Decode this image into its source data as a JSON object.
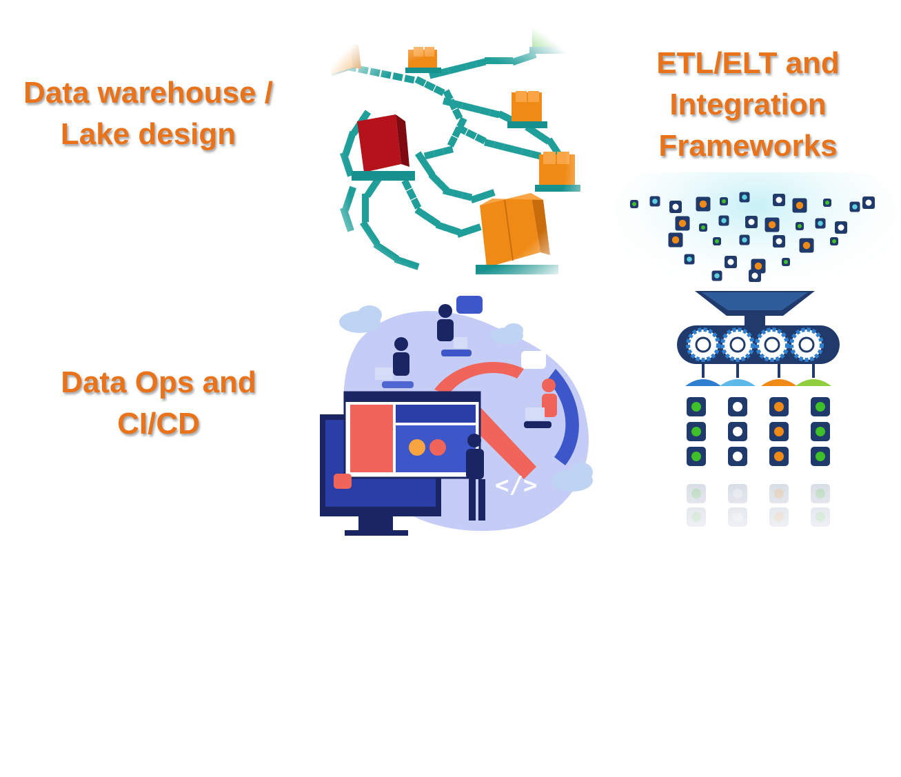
{
  "labels": {
    "warehouse": {
      "line1": "Data warehouse /",
      "line2": "Lake design"
    },
    "etl": {
      "line1": "ETL/ELT and",
      "line2": "Integration",
      "line3": "Frameworks"
    },
    "dataops": {
      "line1": "Data Ops and",
      "line2": "CI/CD"
    }
  },
  "colors": {
    "label": "#e8731a",
    "teal": "#1f9e9a",
    "orange": "#f08a17",
    "red": "#b5121b",
    "green": "#3fbf2a",
    "navy": "#1f3a6b",
    "lavender": "#c5ccf5",
    "coral": "#f0645a"
  },
  "icons": {
    "warehouse": "3d-data-blocks-network-illustration",
    "etl": "data-funnel-gears-illustration",
    "dataops": "team-devops-screens-illustration"
  },
  "dataops_code_symbol": "</>"
}
